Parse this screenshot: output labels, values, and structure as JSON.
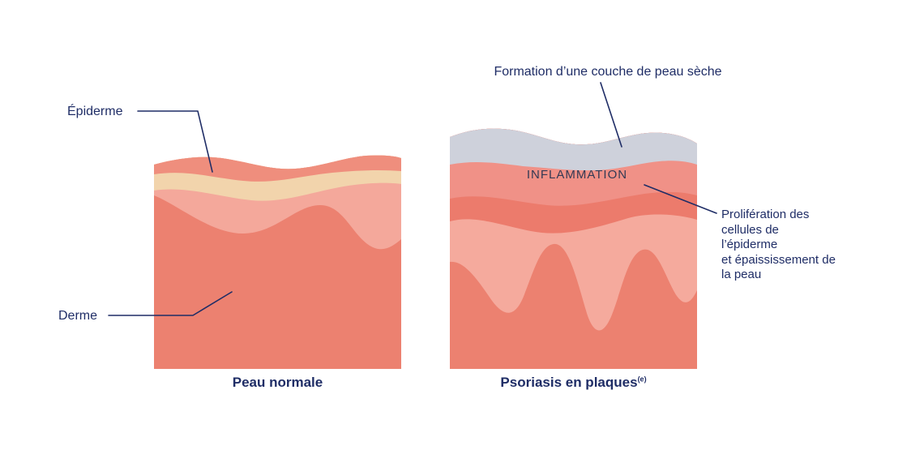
{
  "diagram": {
    "labels": {
      "epidermis": "Épiderme",
      "dermis": "Derme",
      "dry_skin": "Formation d’une couche de peau sèche",
      "inflammation": "INFLAMMATION",
      "proliferation_lines": {
        "0": "Prolifération des",
        "1": "cellules de",
        "2": "l’épiderme",
        "3": "et épaississement de",
        "4": "la peau"
      }
    },
    "captions": {
      "left": "Peau normale",
      "right": "Psoriasis en plaques",
      "right_superscript": "(e)"
    },
    "colors": {
      "navy": "#1f2d66",
      "inflammation_text": "#343a54",
      "background": "#ffffff",
      "left_surface": "#ef8e7d",
      "cream": "#f2d4ac",
      "light_pink": "#f4a89b",
      "dark_salmon": "#ec8170",
      "gray_layer": "#ced1db",
      "inflamed_pink": "#f09187",
      "inflamed_red": "#ec7b6c",
      "right_light_pink": "#f5aa9d"
    }
  }
}
